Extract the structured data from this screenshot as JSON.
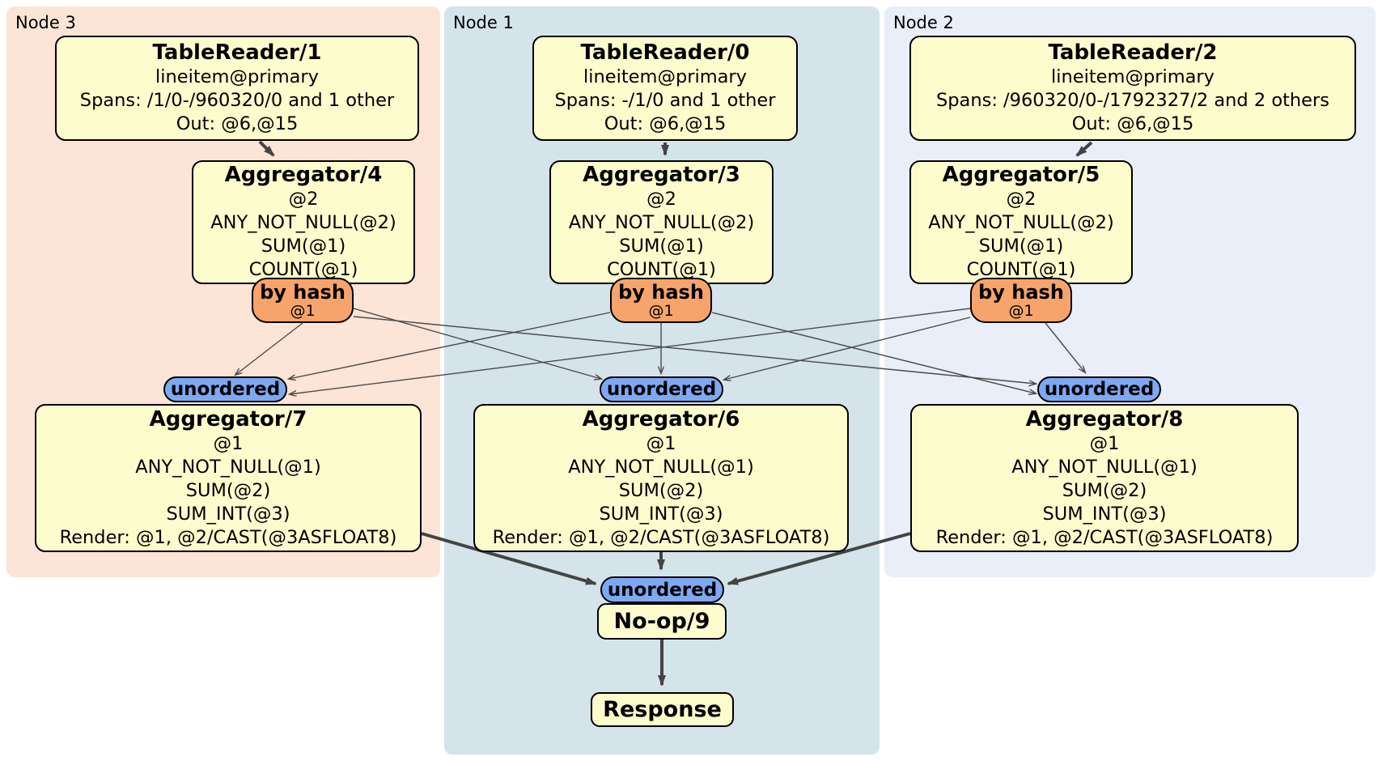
{
  "regions": [
    {
      "id": "node3",
      "label": "Node 3",
      "bg": "#fce4d6"
    },
    {
      "id": "node1",
      "label": "Node 1",
      "bg": "#d5e3ea"
    },
    {
      "id": "node2",
      "label": "Node 2",
      "bg": "#e9eef8"
    }
  ],
  "processors": {
    "tr1": {
      "title": "TableReader/1",
      "lines": [
        "lineitem@primary",
        "Spans: /1/0-/960320/0 and 1 other",
        "Out: @6,@15"
      ]
    },
    "tr0": {
      "title": "TableReader/0",
      "lines": [
        "lineitem@primary",
        "Spans: -/1/0 and 1 other",
        "Out: @6,@15"
      ]
    },
    "tr2": {
      "title": "TableReader/2",
      "lines": [
        "lineitem@primary",
        "Spans: /960320/0-/1792327/2 and 2 others",
        "Out: @6,@15"
      ]
    },
    "agg4": {
      "title": "Aggregator/4",
      "lines": [
        "@2",
        "ANY_NOT_NULL(@2)",
        "SUM(@1)",
        "COUNT(@1)"
      ]
    },
    "agg3": {
      "title": "Aggregator/3",
      "lines": [
        "@2",
        "ANY_NOT_NULL(@2)",
        "SUM(@1)",
        "COUNT(@1)"
      ]
    },
    "agg5": {
      "title": "Aggregator/5",
      "lines": [
        "@2",
        "ANY_NOT_NULL(@2)",
        "SUM(@1)",
        "COUNT(@1)"
      ]
    },
    "agg7": {
      "title": "Aggregator/7",
      "lines": [
        "@1",
        "ANY_NOT_NULL(@1)",
        "SUM(@2)",
        "SUM_INT(@3)",
        "Render: @1, @2/CAST(@3ASFLOAT8)"
      ]
    },
    "agg6": {
      "title": "Aggregator/6",
      "lines": [
        "@1",
        "ANY_NOT_NULL(@1)",
        "SUM(@2)",
        "SUM_INT(@3)",
        "Render: @1, @2/CAST(@3ASFLOAT8)"
      ]
    },
    "agg8": {
      "title": "Aggregator/8",
      "lines": [
        "@1",
        "ANY_NOT_NULL(@1)",
        "SUM(@2)",
        "SUM_INT(@3)",
        "Render: @1, @2/CAST(@3ASFLOAT8)"
      ]
    },
    "noop": {
      "title": "No-op/9"
    },
    "response": {
      "title": "Response"
    }
  },
  "badges": {
    "by_hash": {
      "label": "by hash",
      "sub": "@1"
    },
    "unordered": {
      "label": "unordered"
    }
  },
  "colors": {
    "box_fill": "#fdfccd",
    "box_border": "#000000",
    "by_hash_fill": "#f6a46c",
    "unordered_fill": "#7ea9f2",
    "node3_bg": "#fce4d6",
    "node1_bg": "#d5e3ea",
    "node2_bg": "#e9eef8",
    "thin_edge": "#4a4a4a",
    "thick_edge": "#444444"
  }
}
